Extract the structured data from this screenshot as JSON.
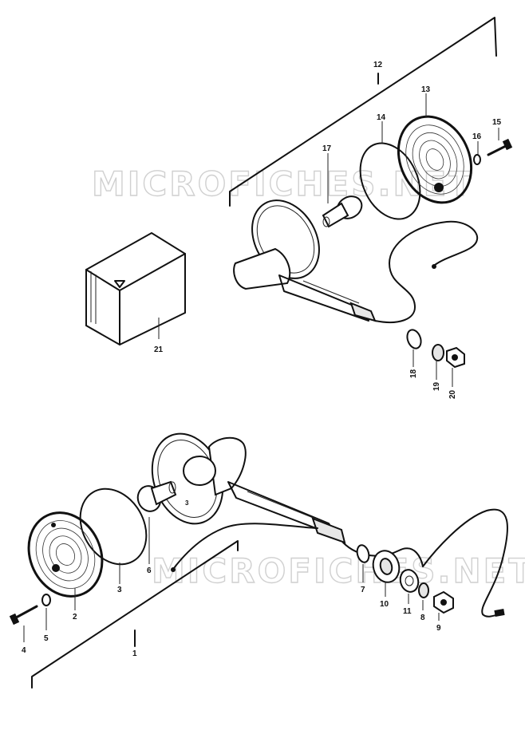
{
  "watermark": "MICROFICHES.NET",
  "callouts": {
    "p1": "1",
    "p2": "2",
    "p3": "3",
    "p4": "4",
    "p5": "5",
    "p6": "6",
    "p7": "7",
    "p8": "8",
    "p9": "9",
    "p10": "10",
    "p11": "11",
    "p12": "12",
    "p13": "13",
    "p14": "14",
    "p15": "15",
    "p16": "16",
    "p17": "17",
    "p18": "18",
    "p19": "19",
    "p20": "20",
    "p21": "21"
  }
}
